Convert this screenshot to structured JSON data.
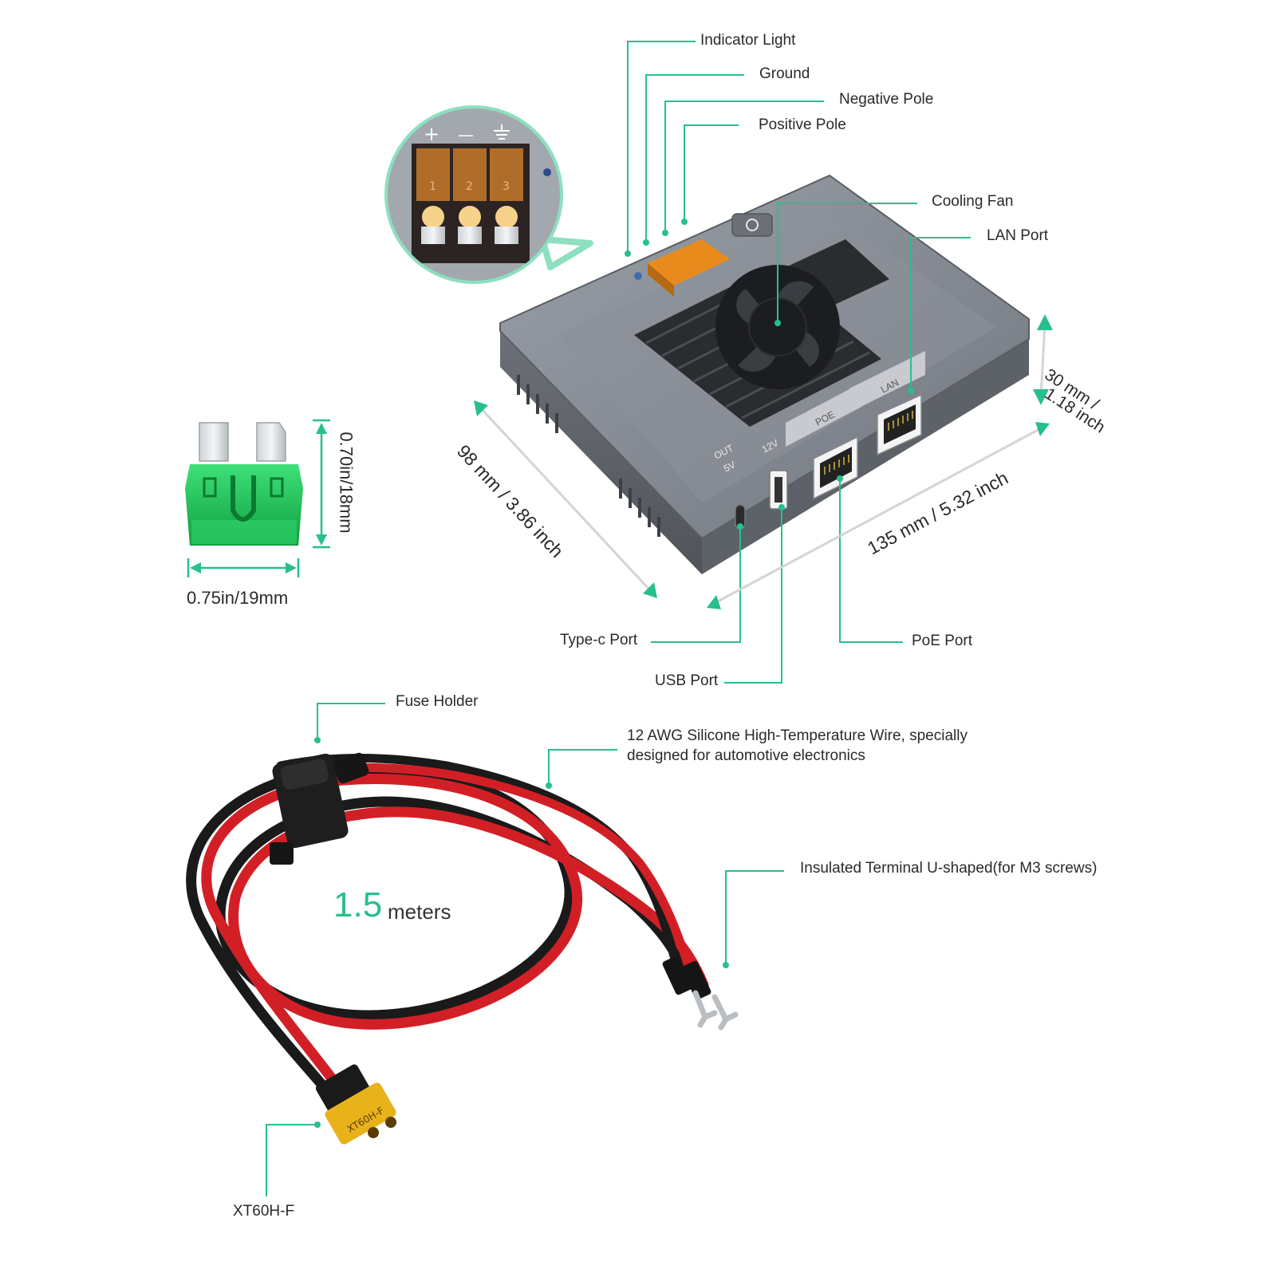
{
  "colors": {
    "accent": "#27c08a",
    "device_body": "#7c8089",
    "fuse_green": "#1fc35a",
    "wire_red": "#d21f26",
    "wire_black": "#1a1a1a",
    "connector_yellow": "#e8b21a"
  },
  "device": {
    "labels": {
      "indicator_light": "Indicator Light",
      "ground": "Ground",
      "negative_pole": "Negative Pole",
      "positive_pole": "Positive Pole",
      "cooling_fan": "Cooling Fan",
      "lan_port": "LAN Port",
      "type_c_port": "Type-c Port",
      "usb_port": "USB Port",
      "poe_port": "PoE Port"
    },
    "port_marks": {
      "out": "OUT",
      "five_v": "5V",
      "twelve_v": "12V",
      "poe": "POE",
      "lan": "LAN"
    },
    "terminal_marks": {
      "plus": "+",
      "minus": "—",
      "one": "1",
      "two": "2",
      "three": "3"
    },
    "dimensions": {
      "depth": "98 mm / 3.86 inch",
      "width": "135 mm / 5.32 inch",
      "height_mm": "30 mm /",
      "height_in": "1.18 inch"
    }
  },
  "fuse": {
    "height": "0.70in/18mm",
    "width": "0.75in/19mm"
  },
  "cable": {
    "fuse_holder": "Fuse Holder",
    "wire_line1": "12 AWG Silicone High-Temperature Wire, specially",
    "wire_line2": "designed for automotive electronics",
    "terminal": "Insulated Terminal U-shaped(for M3 screws)",
    "connector": "XT60H-F",
    "connector_mark": "XT60H-F",
    "length_value": "1.5",
    "length_unit": "meters"
  }
}
